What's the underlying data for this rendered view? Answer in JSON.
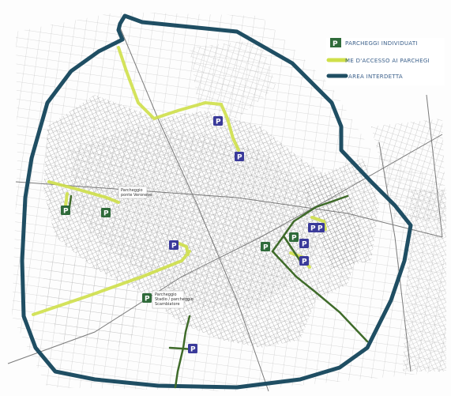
{
  "legend": {
    "parking_label": "PARCHEGGI INDIVIDUATI",
    "access_label": "ME D'ACCESSO AI PARCHEGI",
    "area_label": "AREA INTERDETTA",
    "parking_symbol": "P"
  },
  "annotations": {
    "west_note_line1": "Parcheggio",
    "west_note_line2": "ponte Veronese",
    "south_note_line1": "Parcheggio",
    "south_note_line2": "Stadio / parcheggio",
    "south_note_line3": "Scambiatore"
  },
  "parking_markers": [
    {
      "name": "parking-north-a",
      "type": "urban"
    },
    {
      "name": "parking-north-b",
      "type": "urban"
    },
    {
      "name": "parking-west-a",
      "type": "exchange"
    },
    {
      "name": "parking-west-b",
      "type": "exchange"
    },
    {
      "name": "parking-center",
      "type": "urban"
    },
    {
      "name": "parking-east-a",
      "type": "exchange"
    },
    {
      "name": "parking-east-b",
      "type": "exchange"
    },
    {
      "name": "parking-east-c",
      "type": "urban"
    },
    {
      "name": "parking-east-d",
      "type": "urban"
    },
    {
      "name": "parking-east-e",
      "type": "urban"
    },
    {
      "name": "parking-east-f",
      "type": "urban"
    },
    {
      "name": "parking-south-a",
      "type": "exchange"
    },
    {
      "name": "parking-south-b",
      "type": "urban"
    }
  ],
  "colors": {
    "ring": "#1f4e63",
    "access_yellow": "#cfe04a",
    "access_green": "#3f6b2a",
    "parking_blue": "#3a3a9a",
    "parking_green": "#2f6b3a",
    "street": "#8a8a8a"
  }
}
